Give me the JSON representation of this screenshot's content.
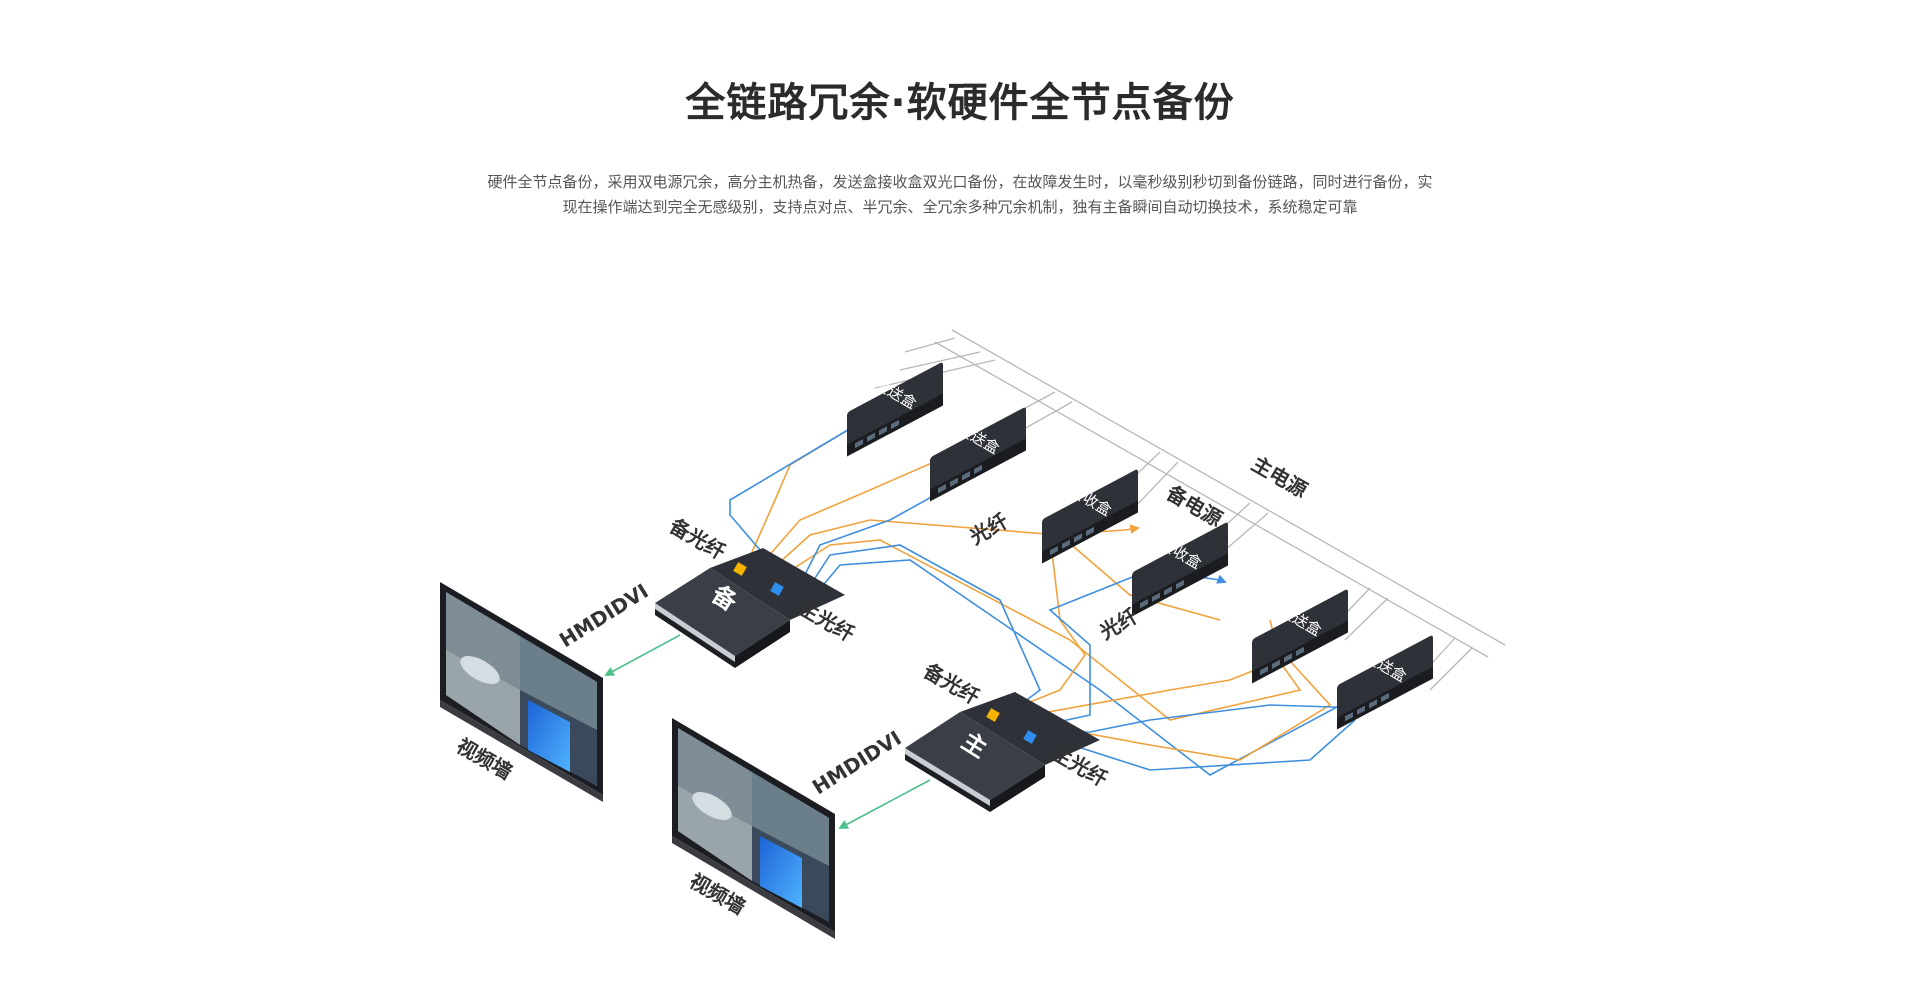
{
  "header": {
    "title": "全链路冗余·软硬件全节点备份",
    "description_line1": "硬件全节点备份，采用双电源冗余，高分主机热备，发送盒接收盒双光口备份，在故障发生时，以毫秒级别秒切到备份链路，同时进行备份，实",
    "description_line2": "现在操作端达到完全无感级别，支持点对点、半冗余、全冗余多种冗余机制，独有主备瞬间自动切换技术，系统稳定可靠"
  },
  "diagram": {
    "colors": {
      "backup_fiber": "#f0a23c",
      "main_fiber": "#3f8fde",
      "hdmi_link": "#4cc08b",
      "device": "#2e3138",
      "power_line": "#b5b5b5"
    },
    "boxes": {
      "sender_1": "发送盒",
      "sender_2": "发送盒",
      "receiver_1": "接收盒",
      "receiver_2": "接收盒",
      "sender_3": "发送盒",
      "sender_4": "发送盒"
    },
    "hosts": {
      "backup_host": "备",
      "main_host": "主"
    },
    "labels": {
      "main_power": "主电源",
      "backup_power": "备电源",
      "fiber_1": "光纤",
      "fiber_2": "光纤",
      "backup_fiber_top": "备光纤",
      "main_fiber_top": "主光纤",
      "backup_fiber_bottom": "备光纤",
      "main_fiber_bottom": "主光纤",
      "hdmi_top": "HMDIDVI",
      "hdmi_bottom": "HMDIDVI",
      "video_wall_1": "视频墙",
      "video_wall_2": "视频墙"
    }
  }
}
